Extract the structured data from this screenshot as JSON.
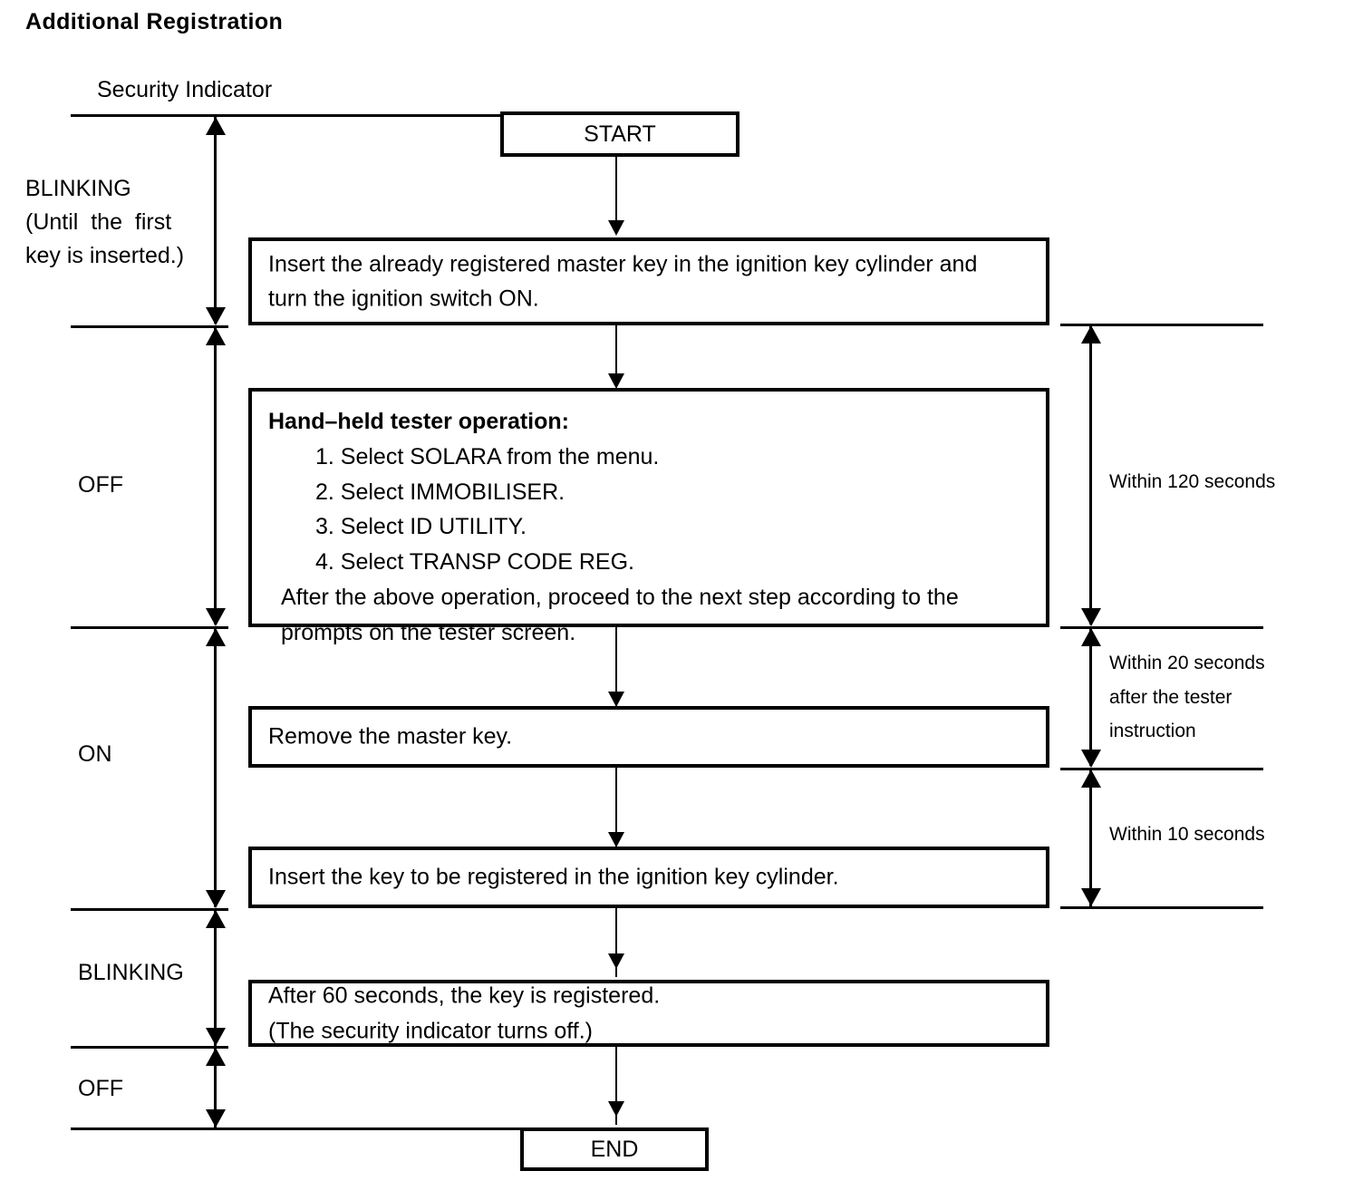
{
  "title": "Additional Registration",
  "indicator_axis": {
    "caption": "Security Indicator",
    "states": [
      {
        "label": "BLINKING",
        "note_line1": "(Until  the  first",
        "note_line2": "key is inserted.)"
      },
      {
        "label": "OFF"
      },
      {
        "label": "ON"
      },
      {
        "label": "BLINKING"
      },
      {
        "label": "OFF"
      }
    ]
  },
  "flow": {
    "start_label": "START",
    "end_label": "END",
    "steps": [
      {
        "id": "insert-master-key",
        "lines": [
          "Insert the already registered master key in the ignition key cylinder and",
          "turn the ignition switch ON."
        ]
      },
      {
        "id": "tester-operation",
        "heading": "Hand–held tester operation:",
        "numbered": [
          "1. Select SOLARA from the menu.",
          "2. Select IMMOBILISER.",
          "3. Select ID UTILITY.",
          "4. Select TRANSP CODE REG."
        ],
        "trailing": [
          "After the above operation, proceed to the next step according to the",
          "prompts on the tester screen."
        ]
      },
      {
        "id": "remove-master-key",
        "lines": [
          "Remove the master key."
        ]
      },
      {
        "id": "insert-new-key",
        "lines": [
          "Insert the key to be registered in the ignition key cylinder."
        ]
      },
      {
        "id": "registered",
        "lines": [
          "After 60 seconds, the key is registered.",
          "(The security indicator turns off.)"
        ]
      }
    ]
  },
  "timing": {
    "items": [
      {
        "id": "within-120",
        "lines": [
          "Within 120 seconds"
        ]
      },
      {
        "id": "within-20",
        "lines": [
          "Within 20 seconds",
          "after the tester",
          "instruction"
        ]
      },
      {
        "id": "within-10",
        "lines": [
          "Within 10 seconds"
        ]
      }
    ]
  },
  "colors": {
    "ink": "#000000",
    "paper": "#ffffff"
  }
}
